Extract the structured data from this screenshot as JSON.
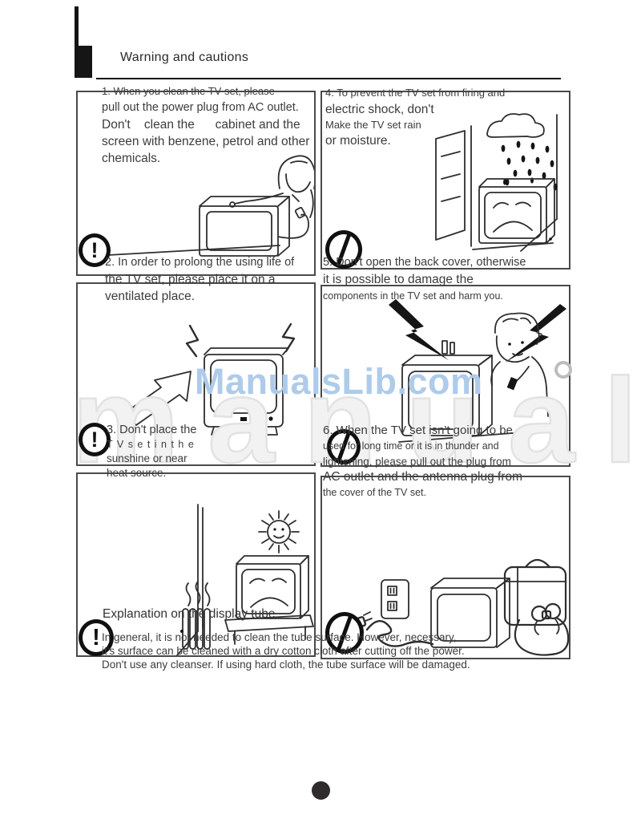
{
  "header": {
    "title": "Warning and cautions"
  },
  "watermark": {
    "brand": "ManualsLib.com",
    "ghost": "manual"
  },
  "items": {
    "1": {
      "lines": [
        "1. When you clean the TV set, please",
        "pull out the power plug from AC outlet.",
        "Don't    clean the      cabinet and the",
        "screen with benzene, petrol and other",
        "chemicals."
      ]
    },
    "2": {
      "lines": [
        "2. In order to prolong the using life of",
        "the TV set, please place it on a",
        "ventilated place."
      ]
    },
    "3": {
      "lines": [
        "3. Don't place the",
        "T V s e t i n t h e",
        "sunshine or near",
        "heat source."
      ]
    },
    "4": {
      "lines": [
        "4. To prevent the TV set from firing and",
        "electric shock, don't",
        "Make the TV set rain",
        "or moisture."
      ]
    },
    "5": {
      "lines": [
        "5. Don't open the back cover, otherwise",
        "it is possible to damage the",
        "components in the TV set and harm you."
      ]
    },
    "6": {
      "lines": [
        "6. When the TV set isn't going to be",
        "used for long time or it is in thunder and",
        "lightening, please pull out the plug from",
        "AC outlet and the antenna plug from",
        "the cover of the TV set."
      ]
    }
  },
  "explanation": {
    "heading": "Explanation on the display tube",
    "lines": [
      "In general, it is not needed to clean the tube surface. However, necessary,",
      "it's surface can be cleaned with a dry cotton cloth after cutting off the power.",
      "Don't use any cleanser. If using hard cloth, the tube surface will be damaged."
    ]
  },
  "icons": {
    "exclamation": "!"
  },
  "colors": {
    "brand_watermark": "#aecbea",
    "ghost_watermark": "#e2e2e2",
    "line_art": "#2e2e2e",
    "ink": "#151515"
  }
}
